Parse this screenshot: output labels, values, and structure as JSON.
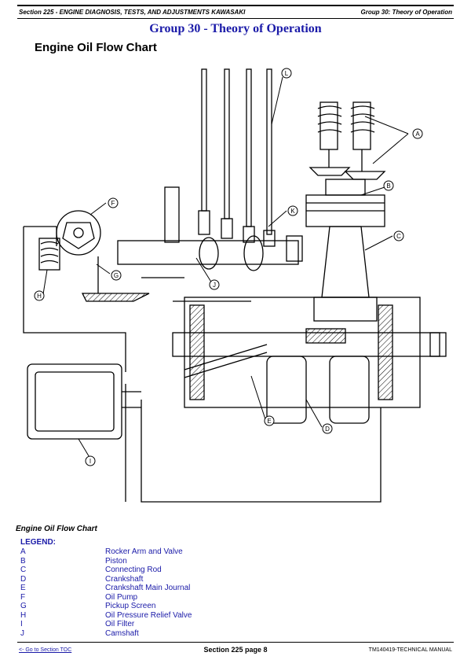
{
  "header": {
    "section": "Section 225 - ENGINE DIAGNOSIS, TESTS, AND ADJUSTMENTS KAWASAKI",
    "group": "Group 30: Theory of Operation"
  },
  "group_title": "Group 30 - Theory of Operation",
  "page_heading": "Engine Oil Flow Chart",
  "figure": {
    "caption": "Engine Oil Flow Chart",
    "callouts": [
      "A",
      "B",
      "C",
      "D",
      "E",
      "F",
      "G",
      "H",
      "I",
      "J",
      "K",
      "L"
    ]
  },
  "legend": {
    "title": "LEGEND:",
    "items": [
      {
        "key": "A",
        "label": "Rocker Arm and Valve"
      },
      {
        "key": "B",
        "label": "Piston"
      },
      {
        "key": "C",
        "label": "Connecting Rod"
      },
      {
        "key": "D",
        "label": "Crankshaft"
      },
      {
        "key": "E",
        "label": "Crankshaft Main Journal"
      },
      {
        "key": "F",
        "label": "Oil Pump"
      },
      {
        "key": "G",
        "label": "Pickup Screen"
      },
      {
        "key": "H",
        "label": "Oil Pressure Relief Valve"
      },
      {
        "key": "I",
        "label": "Oil Filter"
      },
      {
        "key": "J",
        "label": "Camshaft"
      }
    ]
  },
  "footer": {
    "toc_link": "<- Go to Section TOC",
    "page": "Section 225 page 8",
    "manual": "TM140419-TECHNICAL MANUAL"
  },
  "colors": {
    "accent_blue": "#1a1aa8"
  }
}
